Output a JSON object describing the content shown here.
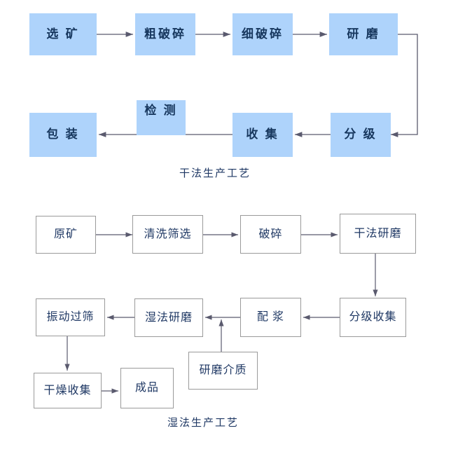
{
  "diagram": {
    "title_dry": "干法生产工艺",
    "title_wet": "湿法生产工艺",
    "colors": {
      "node_fill_blue": "#aed3fb",
      "node_text": "#17375e",
      "edge": "#5a5a6e",
      "outline_border": "#9a9a9a",
      "background": "#ffffff"
    },
    "dry_process": {
      "caption": "干法生产工艺",
      "nodes": [
        {
          "id": "xuankuang",
          "label": "选 矿"
        },
        {
          "id": "cupousui",
          "label": "粗破碎"
        },
        {
          "id": "xipousui",
          "label": "细破碎"
        },
        {
          "id": "yanmo",
          "label": "研 磨"
        },
        {
          "id": "fenji",
          "label": "分 级"
        },
        {
          "id": "shouji",
          "label": "收 集"
        },
        {
          "id": "jiance",
          "label": "检 测"
        },
        {
          "id": "baozhuang",
          "label": "包 装"
        }
      ],
      "edges": [
        {
          "from": "选 矿",
          "to": "粗破碎"
        },
        {
          "from": "粗破碎",
          "to": "细破碎"
        },
        {
          "from": "细破碎",
          "to": "研 磨"
        },
        {
          "from": "研 磨",
          "to": "分 级"
        },
        {
          "from": "分 级",
          "to": "收 集"
        },
        {
          "from": "收 集",
          "to": "包 装"
        }
      ]
    },
    "wet_process": {
      "caption": "湿法生产工艺",
      "nodes": [
        {
          "id": "yuankuang",
          "label": "原矿"
        },
        {
          "id": "qingxishaixuan",
          "label": "清洗筛选"
        },
        {
          "id": "posui",
          "label": "破碎"
        },
        {
          "id": "ganfayanmo",
          "label": "干法研磨"
        },
        {
          "id": "fenjishouji",
          "label": "分级收集"
        },
        {
          "id": "peijiang",
          "label": "配 浆"
        },
        {
          "id": "shifayanmo",
          "label": "湿法研磨"
        },
        {
          "id": "zhendongguoshai",
          "label": "振动过筛"
        },
        {
          "id": "ganzaoshouji",
          "label": "干燥收集"
        },
        {
          "id": "chengpin",
          "label": "成品"
        },
        {
          "id": "yanmojiezhi",
          "label": "研磨介质"
        }
      ],
      "edges": [
        {
          "from": "原矿",
          "to": "清洗筛选"
        },
        {
          "from": "清洗筛选",
          "to": "破碎"
        },
        {
          "from": "破碎",
          "to": "干法研磨"
        },
        {
          "from": "干法研磨",
          "to": "分级收集"
        },
        {
          "from": "分级收集",
          "to": "配 浆"
        },
        {
          "from": "配 浆",
          "to": "湿法研磨"
        },
        {
          "from": "湿法研磨",
          "to": "振动过筛"
        },
        {
          "from": "振动过筛",
          "to": "干燥收集"
        },
        {
          "from": "干燥收集",
          "to": "成品"
        },
        {
          "from": "研磨介质",
          "to": "配 浆"
        }
      ]
    }
  }
}
